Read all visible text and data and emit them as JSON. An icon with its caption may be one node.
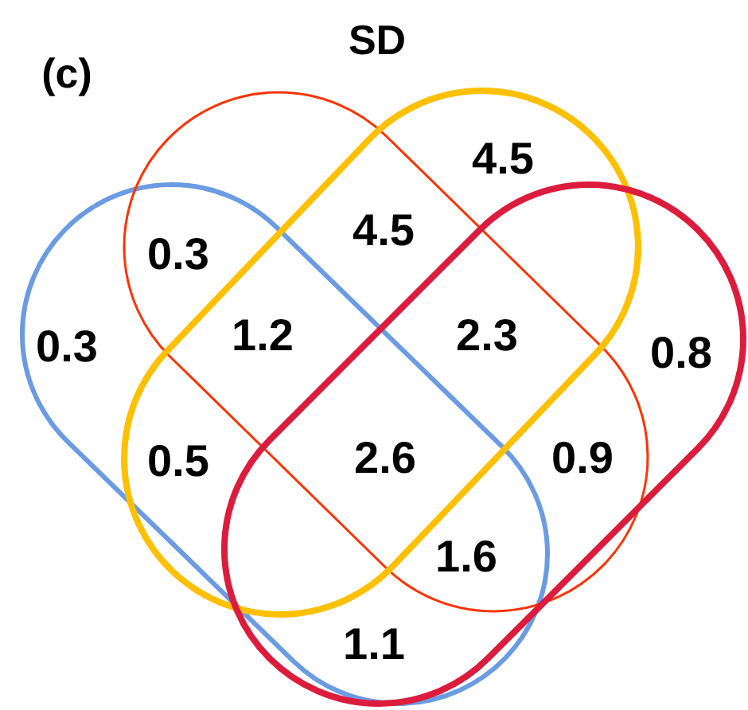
{
  "diagram": {
    "title": "SD",
    "nodes": [
      {
        "text": [],
        "shape": "ellipse"
      },
      {
        "text": [],
        "shape": "ellipse"
      },
      {
        "text": [],
        "shape": "ellipse"
      },
      {
        "text": [],
        "shape": "ellipse"
      }
    ],
    "labels": [
      "(c)",
      "4.5",
      "4.5",
      "0.3",
      "0.3",
      "1.2",
      "2.3",
      "0.8",
      "0.5",
      "2.6",
      "0.9",
      "1.6",
      "1.1"
    ]
  }
}
